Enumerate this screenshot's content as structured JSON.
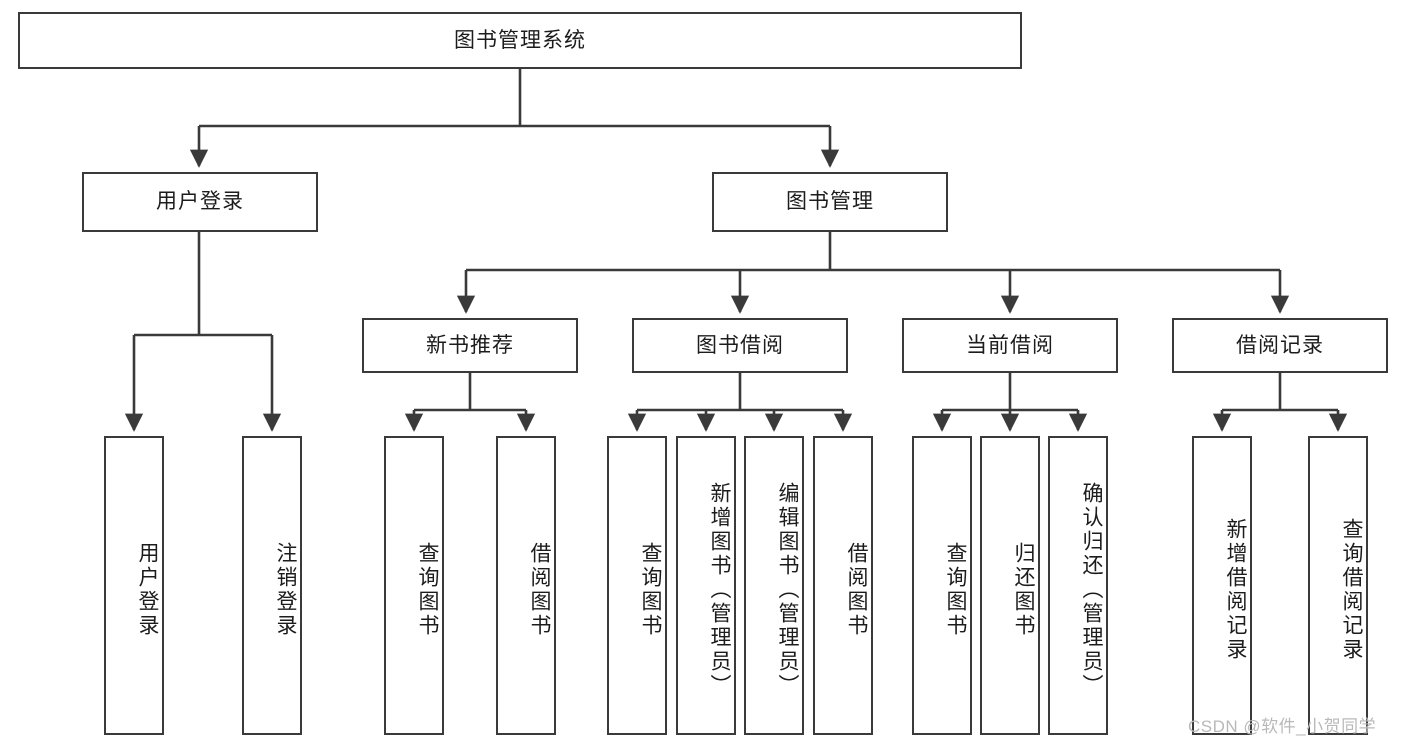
{
  "diagram": {
    "type": "tree-hierarchy",
    "title": "图书管理系统",
    "root": {
      "id": "root",
      "label": "图书管理系统"
    },
    "level2": [
      {
        "id": "user-login",
        "label": "用户登录"
      },
      {
        "id": "book-manage",
        "label": "图书管理"
      }
    ],
    "level3": [
      {
        "id": "new-book-recommend",
        "label": "新书推荐",
        "parent": "book-manage"
      },
      {
        "id": "book-borrow",
        "label": "图书借阅",
        "parent": "book-manage"
      },
      {
        "id": "current-borrow",
        "label": "当前借阅",
        "parent": "book-manage"
      },
      {
        "id": "borrow-record",
        "label": "借阅记录",
        "parent": "book-manage"
      }
    ],
    "leaves": [
      {
        "id": "leaf-user-login",
        "label": "用户登录",
        "parent": "user-login"
      },
      {
        "id": "leaf-logout-login",
        "label": "注销登录",
        "parent": "user-login"
      },
      {
        "id": "leaf-query-book-1",
        "label": "查询图书",
        "parent": "new-book-recommend"
      },
      {
        "id": "leaf-borrow-book-1",
        "label": "借阅图书",
        "parent": "new-book-recommend"
      },
      {
        "id": "leaf-query-book-2",
        "label": "查询图书",
        "parent": "book-borrow"
      },
      {
        "id": "leaf-add-book",
        "label": "新增图书（管理员）",
        "parent": "book-borrow"
      },
      {
        "id": "leaf-edit-book",
        "label": "编辑图书（管理员）",
        "parent": "book-borrow"
      },
      {
        "id": "leaf-borrow-book-2",
        "label": "借阅图书",
        "parent": "book-borrow"
      },
      {
        "id": "leaf-query-book-3",
        "label": "查询图书",
        "parent": "current-borrow"
      },
      {
        "id": "leaf-return-book",
        "label": "归还图书",
        "parent": "current-borrow"
      },
      {
        "id": "leaf-confirm-return",
        "label": "确认归还（管理员）",
        "parent": "current-borrow"
      },
      {
        "id": "leaf-add-record",
        "label": "新增借阅记录",
        "parent": "borrow-record"
      },
      {
        "id": "leaf-query-record",
        "label": "查询借阅记录",
        "parent": "borrow-record"
      }
    ],
    "colors": {
      "stroke": "#3a3a3a",
      "fill": "#ffffff",
      "text": "#1c1c1c",
      "watermark": "#b9b9b9"
    }
  },
  "watermark": {
    "text": "CSDN @软件_小贺同学"
  }
}
